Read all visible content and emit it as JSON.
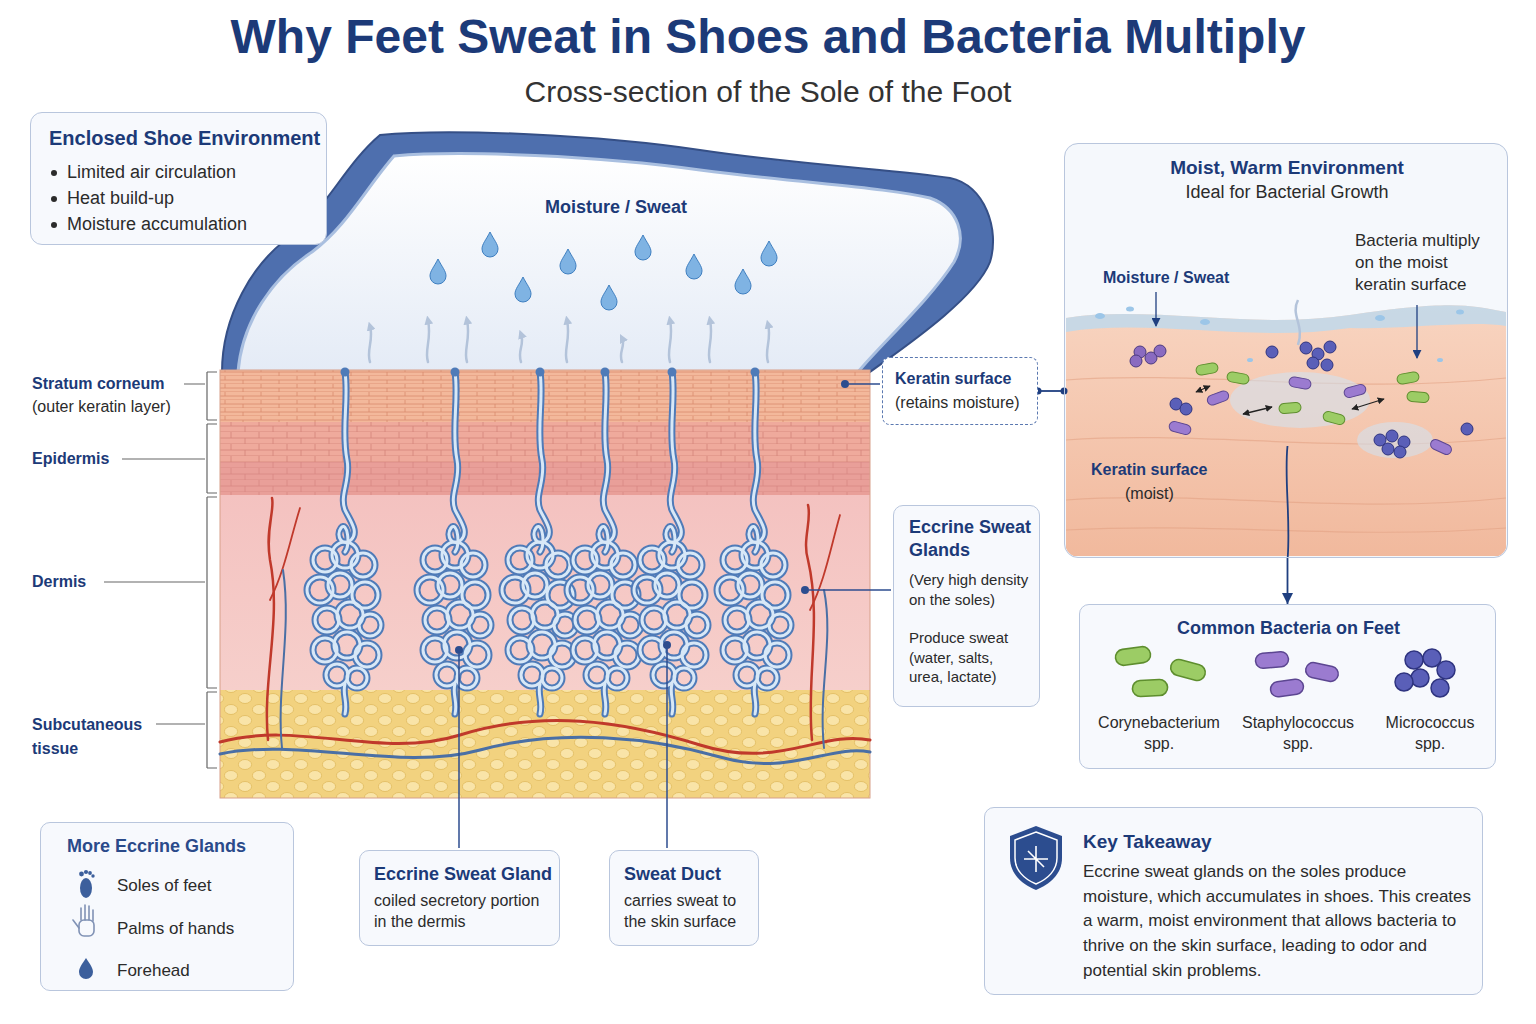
{
  "diagram": {
    "title": "Why Feet Sweat in Shoes and Bacteria Multiply",
    "nodes": [
      {
        "text": [
          "Enclosed Shoe Environment",
          "Limited air circulation",
          "Heat build-up",
          "Moisture accumulation"
        ]
      },
      {
        "text": [
          "Moist, Warm Environment",
          "Ideal for Bacterial Growth",
          "Moisture / Sweat",
          "Bacteria multiply on the moist keratin surface",
          "Keratin surface",
          "(moist)"
        ]
      },
      {
        "text": [
          "Keratin surface",
          "(retains moisture)"
        ]
      },
      {
        "text": [
          "Eccrine Sweat Glands",
          "(Very high density on the soles)",
          "Produce sweat (water, salts, urea, lactate)"
        ]
      },
      {
        "text": [
          "Common Bacteria on Feet",
          "Corynebacterium spp.",
          "Staphylococcus spp.",
          "Micrococcus spp."
        ]
      },
      {
        "text": [
          "More Eccrine Glands",
          "Soles of feet",
          "Palms of hands",
          "Forehead"
        ]
      },
      {
        "text": [
          "Eccrine Sweat Gland",
          "coiled secretory portion in the dermis"
        ]
      },
      {
        "text": [
          "Sweat Duct",
          "carries sweat to the skin surface"
        ]
      },
      {
        "text": [
          "Key Takeaway",
          "Eccrine sweat glands on the soles produce moisture, which accumulates in shoes. This creates a warm, moist environment that allows bacteria to thrive on the skin surface, leading to odor and potential skin problems."
        ]
      }
    ],
    "edges": [
      {
        "from": 2,
        "to": 1,
        "arrow": "none"
      },
      {
        "from": 1,
        "to": 4,
        "arrow": "to"
      }
    ],
    "labels": [
      "Cross-section of the Sole of the Foot",
      "Moisture / Sweat",
      "Stratum corneum",
      "(outer keratin layer)",
      "Epidermis",
      "Dermis",
      "Subcutaneous tissue"
    ]
  }
}
